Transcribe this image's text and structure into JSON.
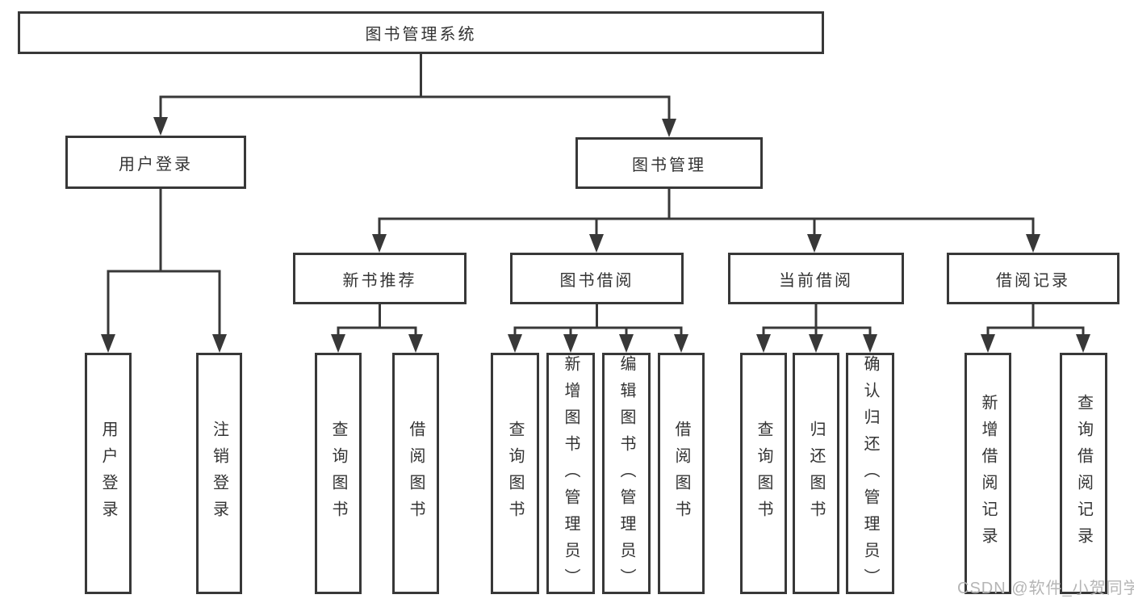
{
  "diagram_title": "图书管理系统",
  "watermark": "CSDN @软件_小贺同学",
  "colors": {
    "line": "#383838",
    "text": "#333333",
    "watermark": "#b5b5b5",
    "background": "#ffffff"
  },
  "nodes": {
    "root": "图书管理系统",
    "user_login": "用户登录",
    "book_mgmt": "图书管理",
    "new_book_rec": "新书推荐",
    "book_borrow": "图书借阅",
    "current_borrow": "当前借阅",
    "borrow_records": "借阅记录",
    "ul_login": "用户登录",
    "ul_logout": "注销登录",
    "nb_query": "查询图书",
    "nb_borrow": "借阅图书",
    "bb_query": "查询图书",
    "bb_add": "新增图书（管理员）",
    "bb_edit": "编辑图书（管理员）",
    "bb_borrow": "借阅图书",
    "cb_query": "查询图书",
    "cb_return": "归还图书",
    "cb_confirm": "确认归还（管理员）",
    "br_add": "新增借阅记录",
    "br_query": "查询借阅记录"
  },
  "structure": {
    "root": "图书管理系统",
    "children": [
      {
        "label": "用户登录",
        "children": [
          "用户登录",
          "注销登录"
        ]
      },
      {
        "label": "图书管理",
        "children": [
          {
            "label": "新书推荐",
            "children": [
              "查询图书",
              "借阅图书"
            ]
          },
          {
            "label": "图书借阅",
            "children": [
              "查询图书",
              "新增图书（管理员）",
              "编辑图书（管理员）",
              "借阅图书"
            ]
          },
          {
            "label": "当前借阅",
            "children": [
              "查询图书",
              "归还图书",
              "确认归还（管理员）"
            ]
          },
          {
            "label": "借阅记录",
            "children": [
              "新增借阅记录",
              "查询借阅记录"
            ]
          }
        ]
      }
    ]
  }
}
